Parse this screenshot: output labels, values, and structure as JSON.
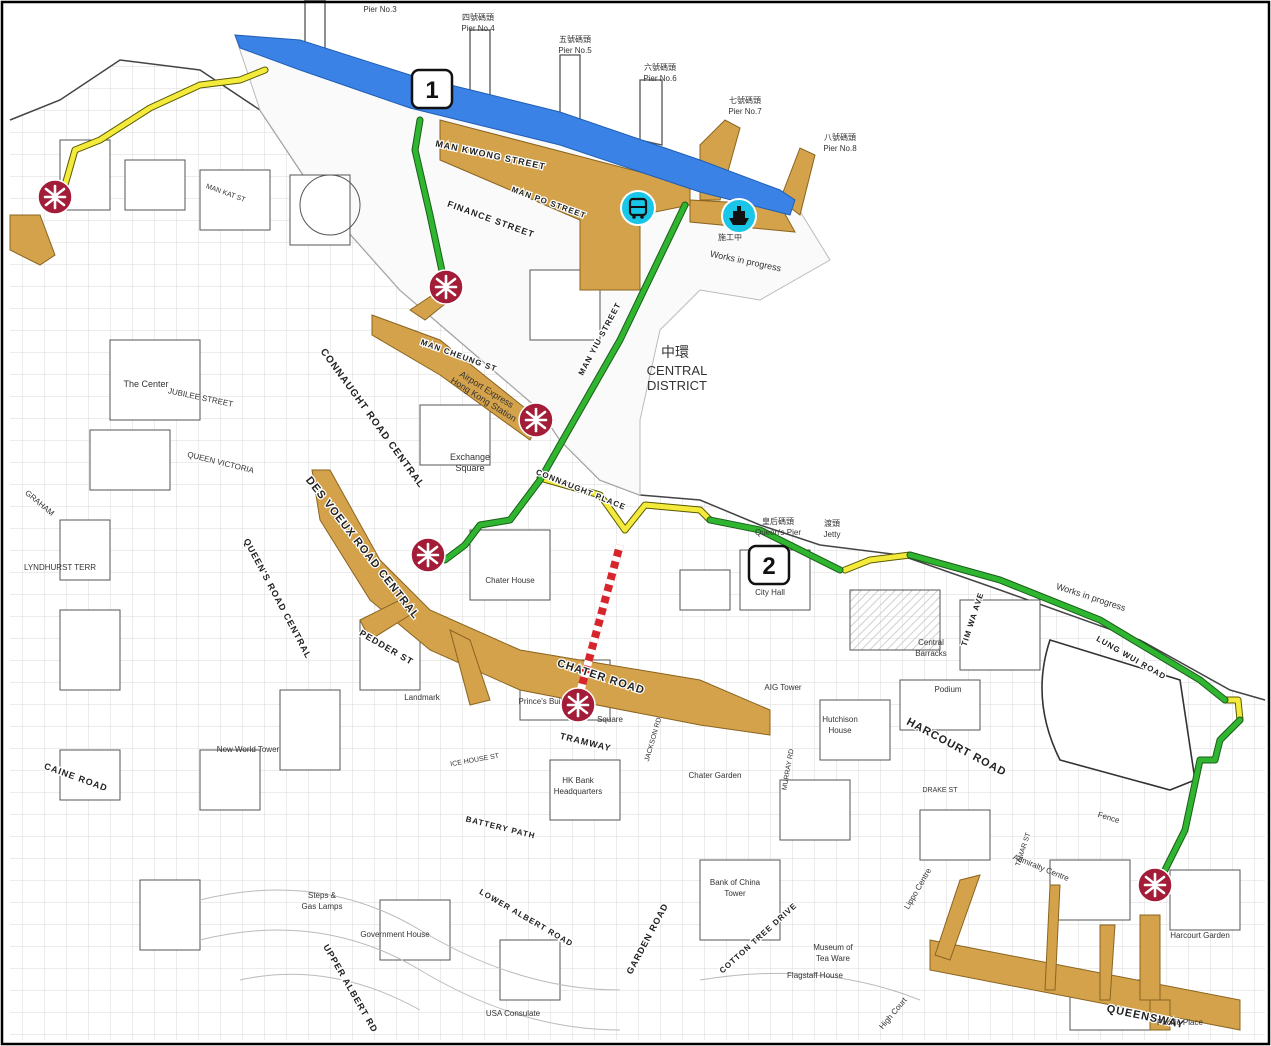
{
  "colors": {
    "tunnel": "#d4a24a",
    "route_green": "#2fb52f",
    "route_yellow": "#f3ea3c",
    "waterfront_blue": "#3b82e6",
    "mtr": "#a31d38",
    "ferry_bus": "#19c6e8",
    "closed": "#d6262b"
  },
  "markers": {
    "m1": "1",
    "m2": "2"
  },
  "piers": {
    "p3": "Pier No.3",
    "p4_cn": "四號碼頭",
    "p4": "Pier No.4",
    "p5_cn": "五號碼頭",
    "p5": "Pier No.5",
    "p6_cn": "六號碼頭",
    "p6": "Pier No.6",
    "p7_cn": "七號碼頭",
    "p7": "Pier No.7",
    "p8_cn": "八號碼頭",
    "p8": "Pier No.8",
    "queens_cn": "皇后碼頭",
    "queens": "Queen's Pier",
    "jetty_cn": "渡頭",
    "jetty": "Jetty"
  },
  "district": {
    "cn": "中環",
    "en1": "CENTRAL",
    "en2": "DISTRICT"
  },
  "notes": {
    "works1": "Works in progress",
    "works2": "Works in progress",
    "fence": "Fence"
  },
  "roads": {
    "man_kwong": "MAN KWONG STREET",
    "man_po": "MAN PO STREET",
    "finance": "FINANCE STREET",
    "man_yiu": "MAN YIU STREET",
    "man_cheung": "MAN CHEUNG ST",
    "connaught_central": "CONNAUGHT ROAD CENTRAL",
    "connaught_place": "CONNAUGHT PLACE",
    "des_voeux": "DES VOEUX ROAD CENTRAL",
    "queens_road_central": "QUEEN'S ROAD CENTRAL",
    "pedder": "PEDDER ST",
    "chater": "CHATER ROAD",
    "tramway": "TRAMWAY",
    "harcourt": "HARCOURT ROAD",
    "lung_wui": "LUNG WUI ROAD",
    "tim_wa": "TIM WA AVE",
    "queensway": "QUEENSWAY",
    "caine": "CAINE ROAD",
    "upper_albert": "UPPER ALBERT RD",
    "lower_albert": "LOWER ALBERT ROAD",
    "garden": "GARDEN ROAD",
    "cotton_tree": "COTTON TREE DRIVE",
    "battery_path": "BATTERY PATH",
    "lyndhurst": "LYNDHURST TERR",
    "graham": "GRAHAM",
    "jubilee": "JUBILEE STREET",
    "queen_victoria": "QUEEN VICTORIA",
    "man_kat": "MAN KAT ST",
    "jackson": "JACKSON RD",
    "murray": "MURRAY RD",
    "tamar": "TAMAR ST",
    "drake": "DRAKE ST",
    "ice_house": "ICE HOUSE ST"
  },
  "places": {
    "airport_express_1": "Airport Express",
    "airport_express_2": "Hong Kong Station",
    "exchange_1": "Exchange",
    "exchange_2": "Square",
    "the_center": "The Center",
    "chater_house": "Chater House",
    "princes": "Prince's Building",
    "statue_sq": "Square",
    "landmark": "Landmark",
    "new_world": "New World Tower",
    "hk_bank": "HK Bank",
    "hk_bank2": "Headquarters",
    "chater_garden": "Chater Garden",
    "bank_of_china": "Bank of China",
    "bank_of_china2": "Tower",
    "city_hall": "City Hall",
    "aig_tower": "AIG Tower",
    "hutchison": "Hutchison",
    "hutchison2": "House",
    "central_barracks_1": "Central",
    "central_barracks_2": "Barracks",
    "podium": "Podium",
    "admiralty_centre": "Admiralty Centre",
    "lippo": "Lippo Centre",
    "harcourt_garden": "Harcourt Garden",
    "pacific_place": "Pacific Place",
    "government_house": "Government House",
    "usa_consulate": "USA Consulate",
    "flagstaff": "Flagstaff House",
    "museum_1": "Museum of",
    "museum_2": "Tea Ware",
    "steps_1": "Steps &",
    "steps_2": "Gas Lamps",
    "high_court": "High Court",
    "works_cn": "施工中"
  }
}
